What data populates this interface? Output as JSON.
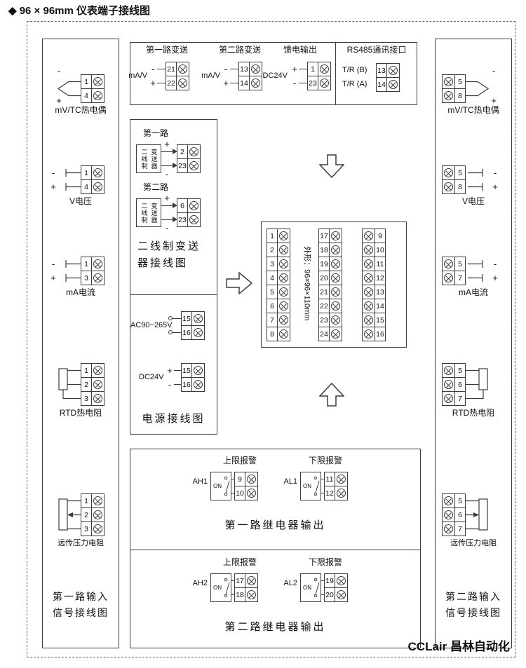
{
  "page": {
    "title": "◆ 96 × 96mm 仪表端子接线图",
    "brand": "CCLair 昌林自动化"
  },
  "colors": {
    "ink": "#3c3c3c",
    "background": "#ffffff"
  },
  "left_panel": {
    "caption_line1": "第一路输入",
    "caption_line2": "信号接线图",
    "sensors": [
      {
        "label": "mV/TC热电偶",
        "terminals": [
          "1",
          "4"
        ],
        "neg": "-",
        "pos": "+"
      },
      {
        "label": "V电压",
        "terminals": [
          "1",
          "4"
        ],
        "neg": "-",
        "pos": "+"
      },
      {
        "label": "mA电流",
        "terminals": [
          "1",
          "3"
        ],
        "neg": "-",
        "pos": "+"
      },
      {
        "label": "RTD热电阻",
        "terminals": [
          "1",
          "2",
          "3"
        ]
      },
      {
        "label": "远传压力电阻",
        "terminals": [
          "1",
          "2",
          "3"
        ]
      }
    ]
  },
  "right_panel": {
    "caption_line1": "第二路输入",
    "caption_line2": "信号接线图",
    "sensors": [
      {
        "label": "mV/TC热电偶",
        "terminals": [
          "5",
          "8"
        ],
        "neg": "-",
        "pos": "+"
      },
      {
        "label": "V电压",
        "terminals": [
          "5",
          "8"
        ],
        "neg": "-",
        "pos": "+"
      },
      {
        "label": "mA电流",
        "terminals": [
          "5",
          "7"
        ],
        "neg": "-",
        "pos": "+"
      },
      {
        "label": "RTD热电阻",
        "terminals": [
          "5",
          "6",
          "7"
        ]
      },
      {
        "label": "远传压力电阻",
        "terminals": [
          "5",
          "6",
          "7"
        ]
      }
    ]
  },
  "top_box": {
    "groups": [
      {
        "title": "第一路变送",
        "signal": "mA/V",
        "top_sign": "-",
        "bottom_sign": "+",
        "terminals": [
          "21",
          "22"
        ]
      },
      {
        "title": "第二路变送",
        "signal": "mA/V",
        "top_sign": "-",
        "bottom_sign": "+",
        "terminals": [
          "13",
          "14"
        ]
      },
      {
        "title": "馈电输出",
        "signal": "DC24V",
        "top_sign": "+",
        "bottom_sign": "-",
        "terminals": [
          "1",
          "23"
        ]
      }
    ],
    "rs485": {
      "title": "RS485通讯接口",
      "row1_label": "T/R (B)",
      "row2_label": "T/R (A)",
      "terminals": [
        "13",
        "14"
      ]
    }
  },
  "transmitter_box": {
    "caption_line1": "二线制变送",
    "caption_line2": "器接线图",
    "channels": [
      {
        "title": "第一路",
        "device_col1": "二线制",
        "device_col2": "变送器",
        "top_sign": "+",
        "bottom_sign": "-",
        "terminals": [
          "2",
          "23"
        ]
      },
      {
        "title": "第二路",
        "device_col1": "二线制",
        "device_col2": "变送器",
        "top_sign": "+",
        "bottom_sign": "-",
        "terminals": [
          "6",
          "23"
        ]
      }
    ]
  },
  "power_box": {
    "caption": "电源接线图",
    "ac": {
      "label": "AC90~265V",
      "terminals": [
        "15",
        "16"
      ]
    },
    "dc": {
      "label": "DC24V",
      "top_sign": "+",
      "bottom_sign": "-",
      "terminals": [
        "15",
        "16"
      ]
    }
  },
  "terminal_block": {
    "outline_label": "外形：96×96×110mm",
    "col_left": [
      "1",
      "2",
      "3",
      "4",
      "5",
      "6",
      "7",
      "8"
    ],
    "col_middle": [
      "17",
      "18",
      "19",
      "20",
      "21",
      "22",
      "23",
      "24"
    ],
    "col_right": [
      "9",
      "10",
      "11",
      "12",
      "13",
      "14",
      "15",
      "16"
    ]
  },
  "relay_sections": [
    {
      "caption": "第一路继电器输出",
      "high": {
        "header": "上限报警",
        "name": "AH1",
        "switch_label": "ON",
        "terminals": [
          "9",
          "10"
        ]
      },
      "low": {
        "header": "下限报警",
        "name": "AL1",
        "switch_label": "ON",
        "terminals": [
          "11",
          "12"
        ]
      }
    },
    {
      "caption": "第二路继电器输出",
      "high": {
        "header": "上限报警",
        "name": "AH2",
        "switch_label": "ON",
        "terminals": [
          "17",
          "18"
        ]
      },
      "low": {
        "header": "下限报警",
        "name": "AL2",
        "switch_label": "ON",
        "terminals": [
          "19",
          "20"
        ]
      }
    }
  ]
}
